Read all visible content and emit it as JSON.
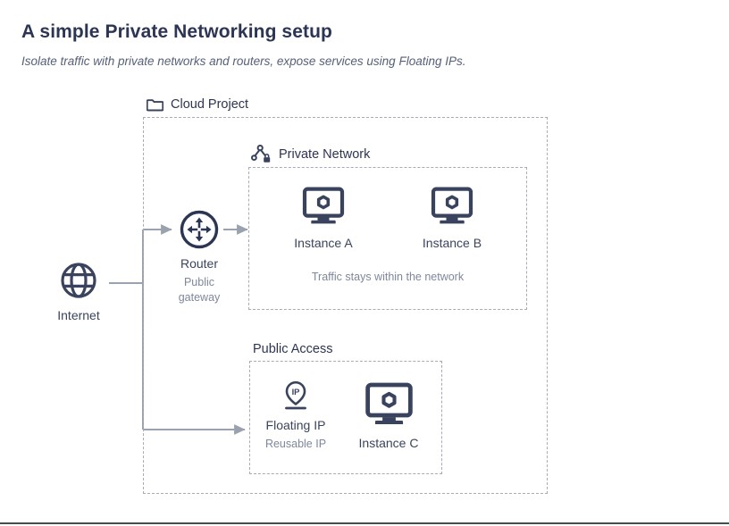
{
  "header": {
    "title": "A simple Private Networking setup",
    "subtitle": "Isolate traffic with private networks and routers, expose services using Floating IPs."
  },
  "diagram": {
    "cloud_project": {
      "label": "Cloud Project",
      "icon": "folder-icon"
    },
    "private_network": {
      "label": "Private Network",
      "icon": "private-network-icon",
      "note": "Traffic stays within the network",
      "instances": [
        {
          "label": "Instance A",
          "icon": "instance-icon"
        },
        {
          "label": "Instance B",
          "icon": "instance-icon"
        }
      ]
    },
    "public_access": {
      "label": "Public Access",
      "floating_ip": {
        "label": "Floating IP",
        "sublabel": "Reusable IP",
        "icon": "floating-ip-icon"
      },
      "instance": {
        "label": "Instance C",
        "icon": "instance-icon"
      }
    },
    "internet": {
      "label": "Internet",
      "icon": "globe-icon"
    },
    "router": {
      "label": "Router",
      "sublabel": "Public\ngateway",
      "icon": "router-icon"
    }
  },
  "colors": {
    "ink": "#2c3553",
    "icon": "#39435e",
    "muted": "#7e879b",
    "dashed_border": "#a6abb8",
    "connector": "#9aa2af",
    "divider": "#3f5148"
  }
}
